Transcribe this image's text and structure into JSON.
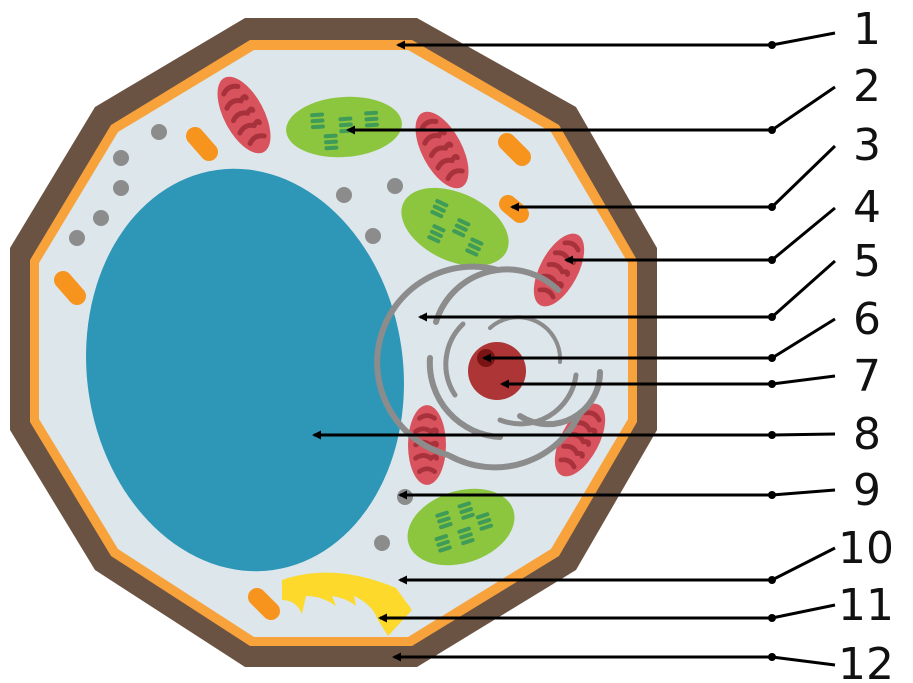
{
  "colors": {
    "cell_wall": "#6b5343",
    "cell_membrane": "#f7a23b",
    "cytoplasm": "#dce6eb",
    "vacuole": "#2e97b7",
    "chloroplast": "#8cc63f",
    "thylakoid": "#3f9b58",
    "mitochondrion": "#d8535d",
    "mitochondrion_crista": "#a8323c",
    "golgi_vesicle": "#f7941d",
    "ribosome": "#8c8c8c",
    "endoplasmic_reticulum": "#8c8c8c",
    "nucleus": "#ad3536",
    "nucleolus": "#7a1414",
    "amyloplast": "#fcd92a",
    "leader_line": "#000000"
  },
  "labels": [
    {
      "id": "1",
      "text": "1"
    },
    {
      "id": "2",
      "text": "2"
    },
    {
      "id": "3",
      "text": "3"
    },
    {
      "id": "4",
      "text": "4"
    },
    {
      "id": "5",
      "text": "5"
    },
    {
      "id": "6",
      "text": "6"
    },
    {
      "id": "7",
      "text": "7"
    },
    {
      "id": "8",
      "text": "8"
    },
    {
      "id": "9",
      "text": "9"
    },
    {
      "id": "10",
      "text": "10"
    },
    {
      "id": "11",
      "text": "11"
    },
    {
      "id": "12",
      "text": "12"
    }
  ]
}
